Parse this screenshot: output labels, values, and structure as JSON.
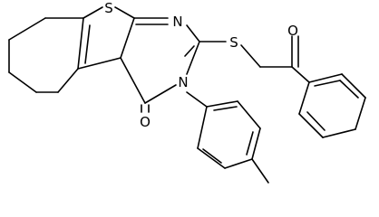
{
  "atoms": {
    "s_ring": "S",
    "n_upper": "N",
    "s_chain": "S",
    "o_ketone": "O",
    "n_lower": "N",
    "o_carbonyl": "O"
  }
}
